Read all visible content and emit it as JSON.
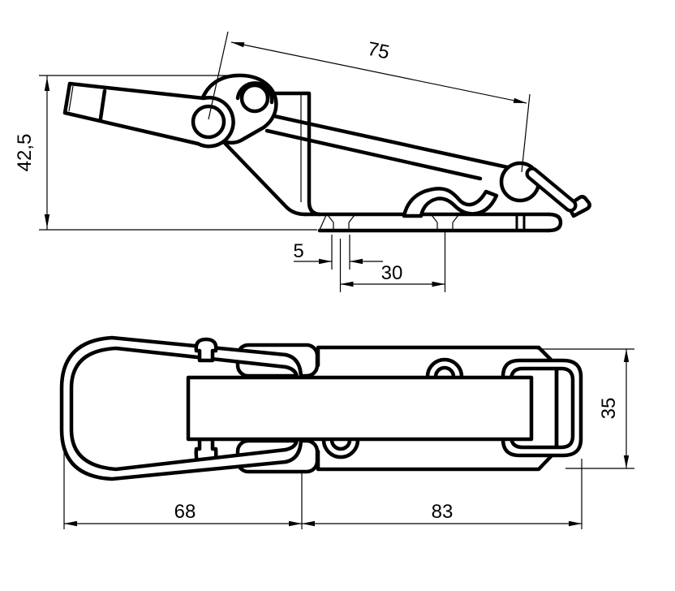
{
  "drawing": {
    "description": "Technical drawing of a toggle latch clamp, side view and plan view",
    "line_color": "#000000",
    "background_color": "#ffffff"
  },
  "dimensions": {
    "overall_height": "42,5",
    "draw_bar_length": "75",
    "hole_diameter": "5",
    "hole_spacing": "30",
    "loop_section_length": "68",
    "plate_section_length": "83",
    "plate_width": "35"
  }
}
